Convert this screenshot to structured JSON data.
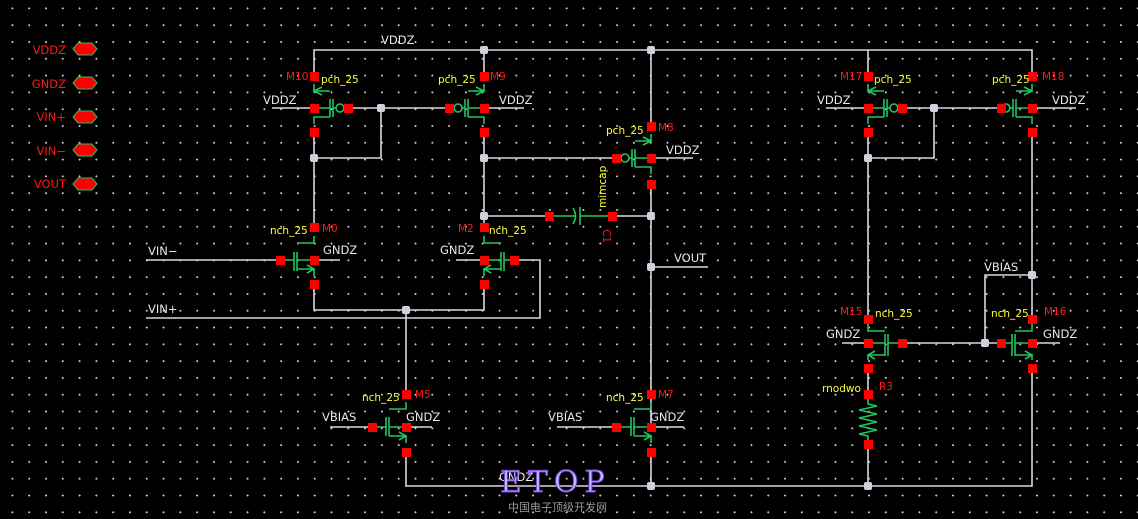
{
  "pins": [
    {
      "name": "VDDZ",
      "icon": "io-pin-icon"
    },
    {
      "name": "GNDZ",
      "icon": "io-pin-icon"
    },
    {
      "name": "VIN+",
      "icon": "io-pin-icon"
    },
    {
      "name": "VIN−",
      "icon": "io-pin-icon"
    },
    {
      "name": "VOUT",
      "icon": "io-pin-icon"
    }
  ],
  "nets": {
    "vdd_top": "VDDZ",
    "vout": "VOUT",
    "vbias_right": "VBIAS",
    "vin_minus": "VIN−",
    "vin_plus": "VIN+",
    "gnd_bottom": "GNDZ"
  },
  "devices": [
    {
      "id": "m10",
      "inst": "M10",
      "cell": "pch_25",
      "type": "pmos",
      "bulk": "VDDZ"
    },
    {
      "id": "m9",
      "inst": "M9",
      "cell": "pch_25",
      "type": "pmos",
      "bulk": "VDDZ"
    },
    {
      "id": "m8",
      "inst": "M8",
      "cell": "pch_25",
      "type": "pmos",
      "bulk": "VDDZ"
    },
    {
      "id": "m0",
      "inst": "M0",
      "cell": "nch_25",
      "type": "nmos",
      "bulk": "GNDZ"
    },
    {
      "id": "m2",
      "inst": "M2",
      "cell": "nch_25",
      "type": "nmos",
      "bulk": "GNDZ"
    },
    {
      "id": "m5",
      "inst": "M5",
      "cell": "nch_25",
      "type": "nmos",
      "bulk": "GNDZ",
      "gate": "VBIAS"
    },
    {
      "id": "m7",
      "inst": "M7",
      "cell": "nch_25",
      "type": "nmos",
      "bulk": "GNDZ",
      "gate": "VBIAS"
    },
    {
      "id": "m17",
      "inst": "M17",
      "cell": "pch_25",
      "type": "pmos",
      "bulk": "VDDZ"
    },
    {
      "id": "m18",
      "inst": "M18",
      "cell": "pch_25",
      "type": "pmos",
      "bulk": "VDDZ"
    },
    {
      "id": "m15",
      "inst": "M15",
      "cell": "nch_25",
      "type": "nmos",
      "bulk": "GNDZ"
    },
    {
      "id": "m16",
      "inst": "M16",
      "cell": "nch_25",
      "type": "nmos",
      "bulk": "GNDZ"
    },
    {
      "id": "c1",
      "inst": "C1",
      "cell": "mimcap",
      "type": "capacitor"
    },
    {
      "id": "r3",
      "inst": "R3",
      "cell": "rnodwo",
      "type": "resistor"
    }
  ],
  "watermark": {
    "title": "ETOP",
    "subtitle": "中国电子顶级开发网"
  }
}
